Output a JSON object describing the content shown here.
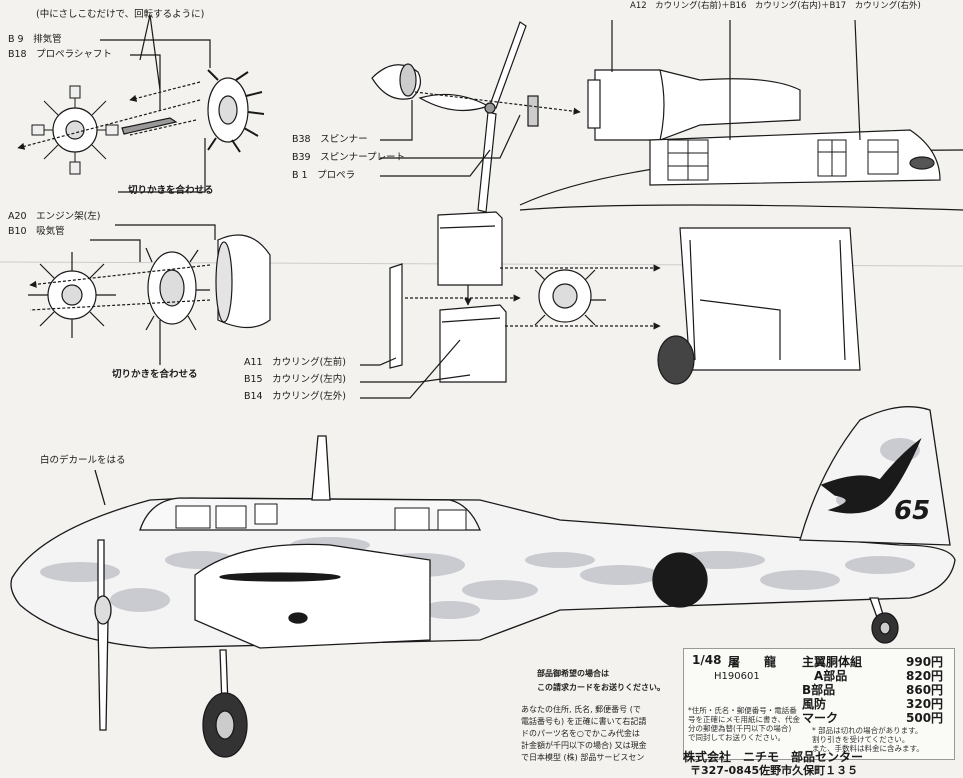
{
  "labels": {
    "top_note": "(中にさしこむだけで、回転するように)",
    "b9": "B 9　排気管",
    "b18": "B18　プロペラシャフト",
    "align1": "切りかきを合わせる",
    "a20": "A20　エンジン架(左)",
    "b10": "B10　吸気管",
    "align2": "切りかきを合わせる",
    "b38": "B38　スピンナー",
    "b39": "B39　スピンナープレート",
    "b1": "B 1　プロペラ",
    "top_right": "A12　カウリング(右前)＋B16　カウリング(右内)＋B17　カウリング(右外)",
    "a11": "A11　カウリング(左前)",
    "b15": "B15　カウリング(左内)",
    "b14": "B14　カウリング(左外)",
    "decal": "白のデカールをはる",
    "tail_number": "65"
  },
  "order_note": {
    "line1": "部品御希望の場合は",
    "line2": "この請求カードをお送りください。",
    "body1": "あなたの住所, 氏名, 郵便番号 (で",
    "body2": "電話番号も) を正確に書いて右記請",
    "body3": "ドのパーツ名を○でかこみ代金は",
    "body4": "計金額が千円以下の場合) 又は現金",
    "body5": "で日本模型 (株) 部品サービスセン"
  },
  "order_box": {
    "scale": "1/48",
    "name1": "屠",
    "name2": "龍",
    "code": "H190601",
    "items": [
      {
        "name": "主翼胴体組",
        "price": "990円"
      },
      {
        "name": "A部品",
        "price": "820円"
      },
      {
        "name": "B部品",
        "price": "860円"
      },
      {
        "name": "風防",
        "price": "320円"
      },
      {
        "name": "マーク",
        "price": "500円"
      }
    ],
    "note_left1": "*住所・氏名・郵便番号・電話番",
    "note_left2": "号を正確にメモ用紙に書き、代金",
    "note_left3": "分の郵便為替(千円以下の場合)",
    "note_left4": "で同封してお送りください。",
    "note_right1": "* 部品は切れの場合があります。",
    "note_right2": "割り引きを受けてください。",
    "note_right3": "また、手数料は料金に含みます。"
  },
  "footer": {
    "company": "株式会社　ニチモ　部品センター",
    "address": "〒327-0845佐野市久保町１３５"
  }
}
